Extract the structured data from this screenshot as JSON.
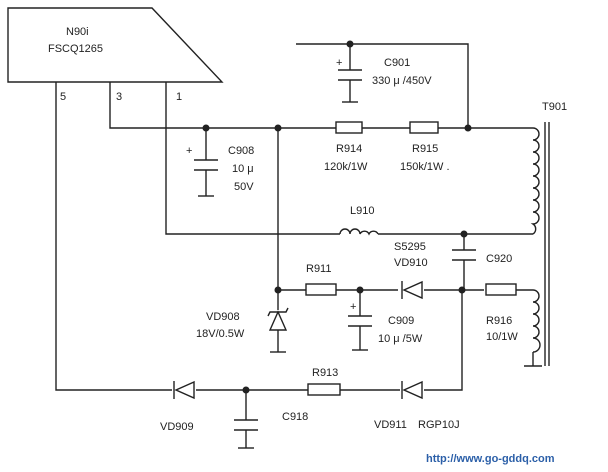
{
  "ic": {
    "line1": "N90i",
    "line2": "FSCQ1265",
    "pin5": "5",
    "pin3": "3",
    "pin1": "1"
  },
  "transformer": {
    "label": "T901"
  },
  "c901": {
    "name": "C901",
    "value": "330 μ /450V"
  },
  "c908": {
    "name": "C908",
    "value1": "10 μ",
    "value2": "50V"
  },
  "r914": {
    "name": "R914",
    "value": "120k/1W"
  },
  "r915": {
    "name": "R915",
    "value": "150k/1W ."
  },
  "l910": {
    "name": "L910"
  },
  "s5295": {
    "name": "S5295"
  },
  "vd910": {
    "name": "VD910"
  },
  "c920": {
    "name": "C920"
  },
  "r911": {
    "name": "R911"
  },
  "vd908": {
    "name": "VD908",
    "value": "18V/0.5W"
  },
  "c909": {
    "name": "C909",
    "value": "10 μ /5W"
  },
  "r916": {
    "name": "R916",
    "value": "10/1W"
  },
  "r913": {
    "name": "R913"
  },
  "vd909": {
    "name": "VD909"
  },
  "c918": {
    "name": "C918"
  },
  "vd911": {
    "name": "VD911",
    "part": "RGP10J"
  },
  "watermark": "http://www.go-gddq.com"
}
